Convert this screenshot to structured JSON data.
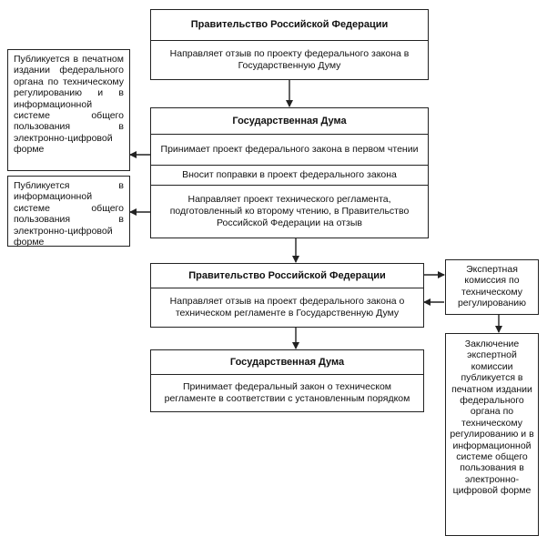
{
  "block1": {
    "title": "Правительство Российской Федерации",
    "action": "Направляет отзыв по проекту федерального закона в Государственную Думу"
  },
  "block2": {
    "title": "Государственная Дума",
    "step1": "Принимает проект федерального закона в первом чтении",
    "step2": "Вносит поправки в проект федерального закона",
    "step3": "Направляет проект технического регламента, подготовленный ко второму чтению, в Правительство Российской Федерации на отзыв"
  },
  "block3": {
    "title": "Правительство Российской Федерации",
    "action": "Направляет отзыв на проект федерального закона о техническом регламенте в Государственную Думу"
  },
  "block4": {
    "title": "Государственная Дума",
    "action": "Принимает федеральный закон о техническом регламенте в соответствии с установленным порядком"
  },
  "notes": {
    "published_print": "Публикуется в печатном издании федерального органа по техническому регулированию и в информационной системе общего пользования в электронно-цифровой форме",
    "published_info": "Публикуется в информационной системе общего пользования в электронно-цифровой форме",
    "expert_commission": "Экспертная комиссия по техническому регулированию",
    "expert_conclusion": "Заключение экспертной комиссии публикуется в печатном издании федерального органа по техническому регулированию и в информационной системе общего пользования в электронно-цифровой форме"
  }
}
